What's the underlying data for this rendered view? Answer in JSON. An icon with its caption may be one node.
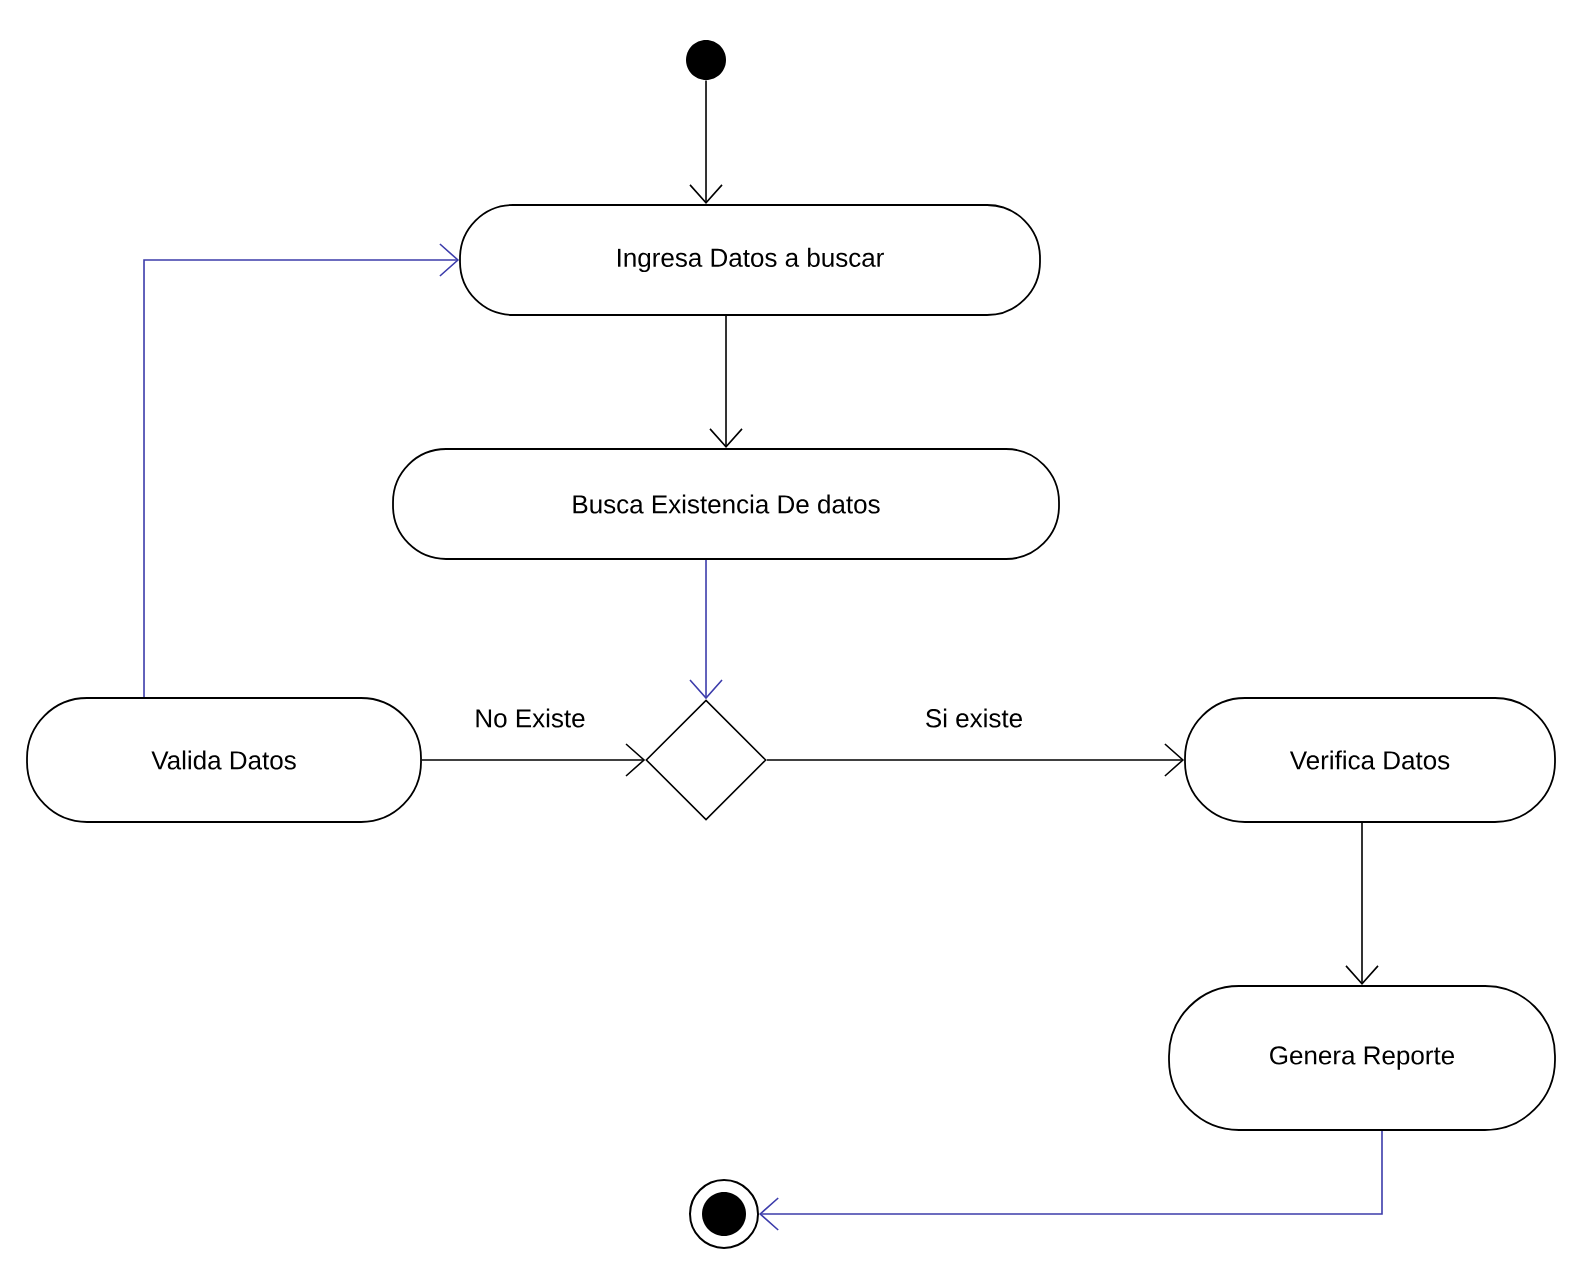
{
  "diagram": {
    "nodes": [
      {
        "text": [],
        "shape": "circle"
      },
      {
        "text": [
          "Ingresa Datos a buscar"
        ]
      },
      {
        "text": [
          "Busca Existencia De datos"
        ]
      },
      {
        "text": [
          "Valida Datos"
        ]
      },
      {
        "text": [],
        "shape": "diamond"
      },
      {
        "text": [
          "Verifica Datos"
        ]
      },
      {
        "text": [
          "Genera Reporte"
        ]
      },
      {
        "text": [],
        "shape": "circle"
      }
    ],
    "edges": [
      {
        "from": 0,
        "to": 1,
        "arrow": "to"
      },
      {
        "from": 1,
        "to": 2,
        "arrow": "to"
      },
      {
        "from": 2,
        "to": 4,
        "arrow": "to",
        "color": "#3c3cab"
      },
      {
        "from": 3,
        "to": 4,
        "arrow": "to",
        "label": "No Existe"
      },
      {
        "from": 4,
        "to": 5,
        "arrow": "to",
        "label": "Si existe"
      },
      {
        "from": 5,
        "to": 6,
        "arrow": "to"
      },
      {
        "from": 6,
        "to": 7,
        "arrow": "to",
        "color": "#3c3cab"
      },
      {
        "from": 3,
        "to": 1,
        "arrow": "to",
        "color": "#3c3cab"
      }
    ]
  }
}
